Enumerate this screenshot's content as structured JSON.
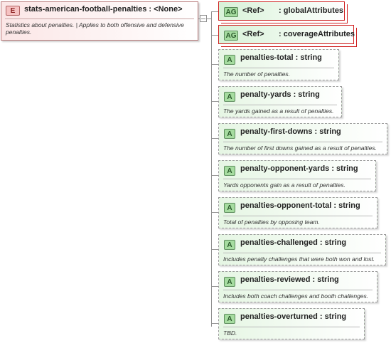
{
  "element": {
    "badge": "E",
    "title": "stats-american-football-penalties : <None>",
    "description": "Statistics about penalties. | Applies to both offensive and defensive penalties."
  },
  "attribute_groups": [
    {
      "badge": "AG",
      "ref": "<Ref>",
      "name": ": globalAttributes"
    },
    {
      "badge": "AG",
      "ref": "<Ref>",
      "name": ": coverageAttributes"
    }
  ],
  "attributes": [
    {
      "badge": "A",
      "name": "penalties-total : string",
      "description": "The number of penalties."
    },
    {
      "badge": "A",
      "name": "penalty-yards : string",
      "description": "The yards gained as a result of penalties."
    },
    {
      "badge": "A",
      "name": "penalty-first-downs : string",
      "description": "The number of first downs gained as a result of penalties."
    },
    {
      "badge": "A",
      "name": "penalty-opponent-yards : string",
      "description": "Yards opponents gain as a result of penalties."
    },
    {
      "badge": "A",
      "name": "penalties-opponent-total : string",
      "description": "Total of penalties by opposing team."
    },
    {
      "badge": "A",
      "name": "penalties-challenged : string",
      "description": "Includes penalty challenges that were both won and lost."
    },
    {
      "badge": "A",
      "name": "penalties-reviewed : string",
      "description": "Includes both coach challenges and booth challenges."
    },
    {
      "badge": "A",
      "name": "penalties-overturned : string",
      "description": "TBD."
    }
  ]
}
